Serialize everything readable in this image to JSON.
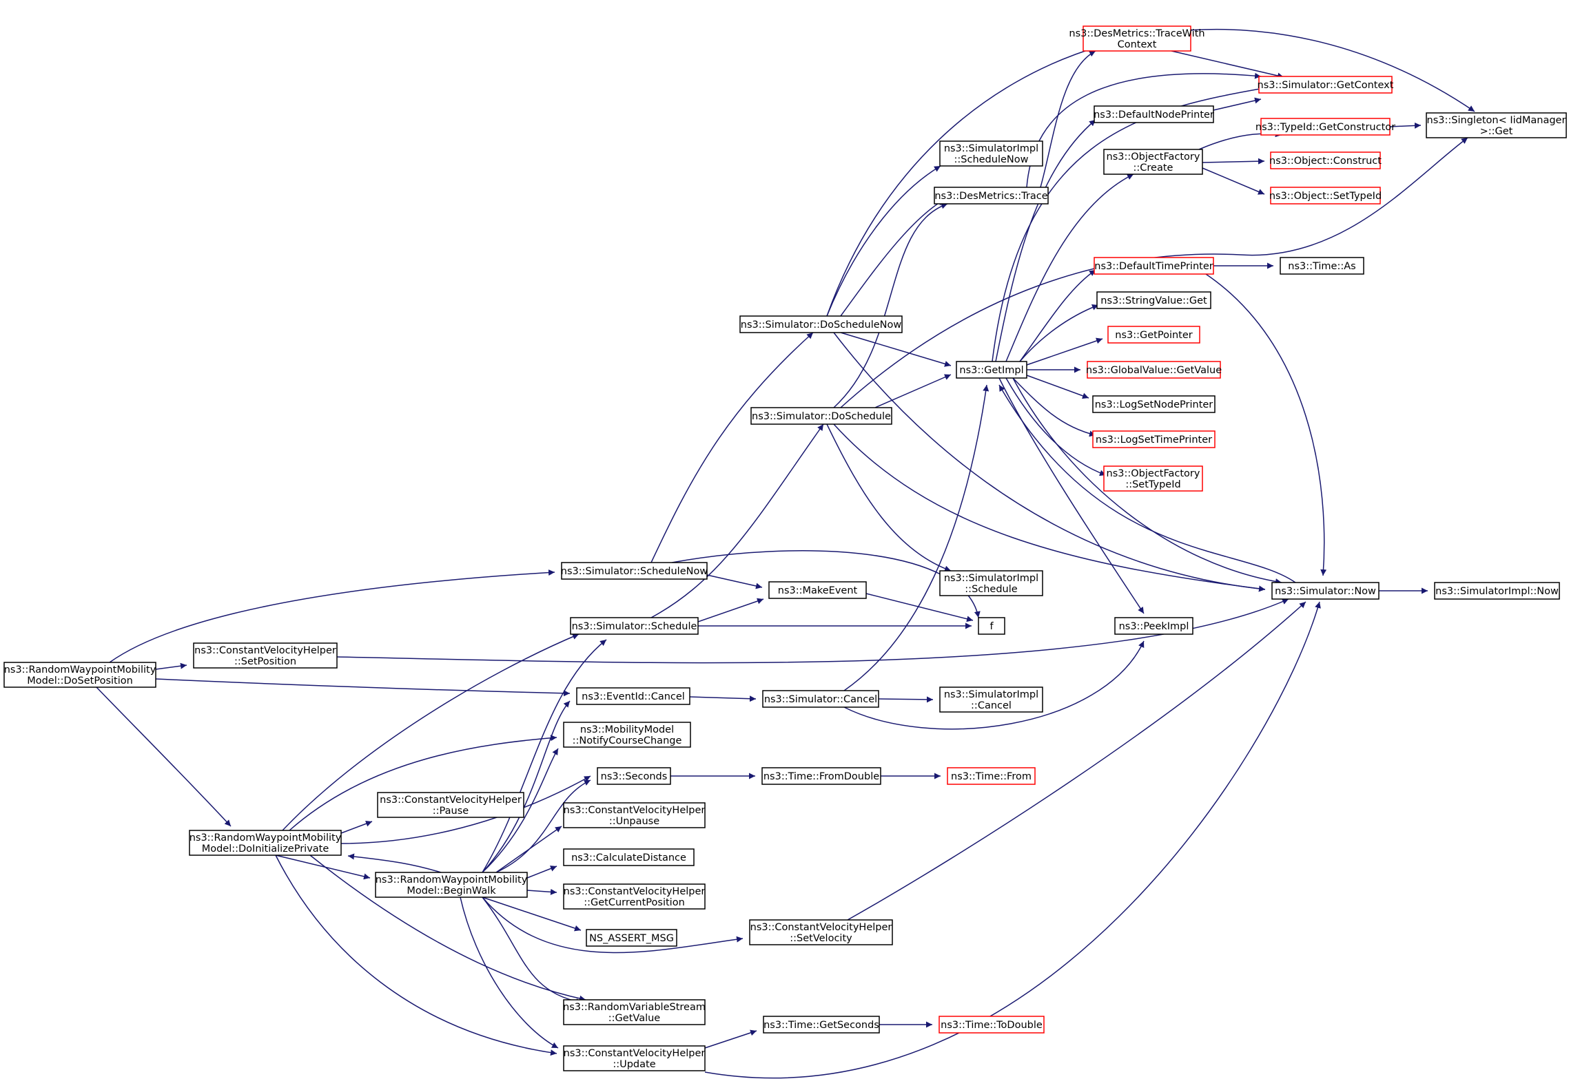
{
  "diagram": {
    "type": "call-graph",
    "colors": {
      "edge": "#191970",
      "node_border_default": "#000000",
      "node_border_truncated": "#ff0000",
      "root_fill": "#bfbfbf",
      "node_fill": "#ffffff"
    },
    "nodes": [
      {
        "id": "root",
        "lines": [
          "ns3::RandomWaypointMobility",
          "Model::DoSetPosition"
        ],
        "style": "root"
      },
      {
        "id": "cvh_setpos",
        "lines": [
          "ns3::ConstantVelocityHelper",
          "::SetPosition"
        ],
        "style": "normal"
      },
      {
        "id": "sched_now",
        "lines": [
          "ns3::Simulator::ScheduleNow"
        ],
        "style": "normal"
      },
      {
        "id": "event_cancel",
        "lines": [
          "ns3::EventId::Cancel"
        ],
        "style": "normal"
      },
      {
        "id": "rwm_doinit",
        "lines": [
          "ns3::RandomWaypointMobility",
          "Model::DoInitializePrivate"
        ],
        "style": "normal"
      },
      {
        "id": "sim_schedule",
        "lines": [
          "ns3::Simulator::Schedule"
        ],
        "style": "normal"
      },
      {
        "id": "mm_notify",
        "lines": [
          "ns3::MobilityModel",
          "::NotifyCourseChange"
        ],
        "style": "normal"
      },
      {
        "id": "cvh_pause",
        "lines": [
          "ns3::ConstantVelocityHelper",
          "::Pause"
        ],
        "style": "normal"
      },
      {
        "id": "rwm_beginwalk",
        "lines": [
          "ns3::RandomWaypointMobility",
          "Model::BeginWalk"
        ],
        "style": "normal"
      },
      {
        "id": "seconds",
        "lines": [
          "ns3::Seconds"
        ],
        "style": "normal"
      },
      {
        "id": "cvh_unpause",
        "lines": [
          "ns3::ConstantVelocityHelper",
          "::Unpause"
        ],
        "style": "normal"
      },
      {
        "id": "calc_dist",
        "lines": [
          "ns3::CalculateDistance"
        ],
        "style": "normal"
      },
      {
        "id": "cvh_getcur",
        "lines": [
          "ns3::ConstantVelocityHelper",
          "::GetCurrentPosition"
        ],
        "style": "normal"
      },
      {
        "id": "ns_assert",
        "lines": [
          "NS_ASSERT_MSG"
        ],
        "style": "normal"
      },
      {
        "id": "rvs_getvalue",
        "lines": [
          "ns3::RandomVariableStream",
          "::GetValue"
        ],
        "style": "normal"
      },
      {
        "id": "cvh_update",
        "lines": [
          "ns3::ConstantVelocityHelper",
          "::Update"
        ],
        "style": "normal"
      },
      {
        "id": "sim_doschednow",
        "lines": [
          "ns3::Simulator::DoScheduleNow"
        ],
        "style": "normal"
      },
      {
        "id": "sim_dosched",
        "lines": [
          "ns3::Simulator::DoSchedule"
        ],
        "style": "normal"
      },
      {
        "id": "make_event",
        "lines": [
          "ns3::MakeEvent"
        ],
        "style": "normal"
      },
      {
        "id": "sim_cancel",
        "lines": [
          "ns3::Simulator::Cancel"
        ],
        "style": "normal"
      },
      {
        "id": "time_fromdouble",
        "lines": [
          "ns3::Time::FromDouble"
        ],
        "style": "normal"
      },
      {
        "id": "cvh_setvel",
        "lines": [
          "ns3::ConstantVelocityHelper",
          "::SetVelocity"
        ],
        "style": "normal"
      },
      {
        "id": "time_getsec",
        "lines": [
          "ns3::Time::GetSeconds"
        ],
        "style": "normal"
      },
      {
        "id": "simimpl_schednow",
        "lines": [
          "ns3::SimulatorImpl",
          "::ScheduleNow"
        ],
        "style": "normal"
      },
      {
        "id": "desm_trace",
        "lines": [
          "ns3::DesMetrics::Trace"
        ],
        "style": "normal"
      },
      {
        "id": "getimpl",
        "lines": [
          "ns3::GetImpl"
        ],
        "style": "normal"
      },
      {
        "id": "simimpl_sched",
        "lines": [
          "ns3::SimulatorImpl",
          "::Schedule"
        ],
        "style": "normal"
      },
      {
        "id": "f",
        "lines": [
          "f"
        ],
        "style": "normal"
      },
      {
        "id": "simimpl_cancel",
        "lines": [
          "ns3::SimulatorImpl",
          "::Cancel"
        ],
        "style": "normal"
      },
      {
        "id": "time_from",
        "lines": [
          "ns3::Time::From"
        ],
        "style": "truncated"
      },
      {
        "id": "time_todouble",
        "lines": [
          "ns3::Time::ToDouble"
        ],
        "style": "truncated"
      },
      {
        "id": "desm_tracectx",
        "lines": [
          "ns3::DesMetrics::TraceWith",
          "Context"
        ],
        "style": "truncated"
      },
      {
        "id": "default_node_printer",
        "lines": [
          "ns3::DefaultNodePrinter"
        ],
        "style": "normal"
      },
      {
        "id": "of_create",
        "lines": [
          "ns3::ObjectFactory",
          "::Create"
        ],
        "style": "normal"
      },
      {
        "id": "default_time_printer",
        "lines": [
          "ns3::DefaultTimePrinter"
        ],
        "style": "truncated"
      },
      {
        "id": "stringvalue_get",
        "lines": [
          "ns3::StringValue::Get"
        ],
        "style": "normal"
      },
      {
        "id": "getpointer",
        "lines": [
          "ns3::GetPointer"
        ],
        "style": "truncated"
      },
      {
        "id": "gv_getvalue",
        "lines": [
          "ns3::GlobalValue::GetValue"
        ],
        "style": "truncated"
      },
      {
        "id": "logset_node",
        "lines": [
          "ns3::LogSetNodePrinter"
        ],
        "style": "normal"
      },
      {
        "id": "logset_time",
        "lines": [
          "ns3::LogSetTimePrinter"
        ],
        "style": "truncated"
      },
      {
        "id": "of_settypeid",
        "lines": [
          "ns3::ObjectFactory",
          "::SetTypeId"
        ],
        "style": "truncated"
      },
      {
        "id": "peekimpl",
        "lines": [
          "ns3::PeekImpl"
        ],
        "style": "normal"
      },
      {
        "id": "sim_getctx",
        "lines": [
          "ns3::Simulator::GetContext"
        ],
        "style": "truncated"
      },
      {
        "id": "typeid_getctor",
        "lines": [
          "ns3::TypeId::GetConstructor"
        ],
        "style": "truncated"
      },
      {
        "id": "obj_construct",
        "lines": [
          "ns3::Object::Construct"
        ],
        "style": "truncated"
      },
      {
        "id": "obj_settypeid",
        "lines": [
          "ns3::Object::SetTypeId"
        ],
        "style": "truncated"
      },
      {
        "id": "time_as",
        "lines": [
          "ns3::Time::As"
        ],
        "style": "normal"
      },
      {
        "id": "sim_now",
        "lines": [
          "ns3::Simulator::Now"
        ],
        "style": "normal"
      },
      {
        "id": "singleton_get",
        "lines": [
          "ns3::Singleton< IidManager",
          " >::Get"
        ],
        "style": "normal"
      },
      {
        "id": "simimpl_now",
        "lines": [
          "ns3::SimulatorImpl::Now"
        ],
        "style": "normal"
      }
    ],
    "edges": [
      {
        "from": "root",
        "to": "sched_now"
      },
      {
        "from": "root",
        "to": "cvh_setpos"
      },
      {
        "from": "root",
        "to": "event_cancel"
      },
      {
        "from": "root",
        "to": "rwm_doinit"
      },
      {
        "from": "cvh_setpos",
        "to": "sim_now"
      },
      {
        "from": "sched_now",
        "to": "sim_doschednow"
      },
      {
        "from": "sched_now",
        "to": "make_event"
      },
      {
        "from": "sched_now",
        "to": "f"
      },
      {
        "from": "sim_schedule",
        "to": "sim_dosched"
      },
      {
        "from": "sim_schedule",
        "to": "make_event"
      },
      {
        "from": "sim_schedule",
        "to": "f"
      },
      {
        "from": "make_event",
        "to": "f"
      },
      {
        "from": "event_cancel",
        "to": "sim_cancel"
      },
      {
        "from": "sim_cancel",
        "to": "simimpl_cancel"
      },
      {
        "from": "sim_cancel",
        "to": "getimpl"
      },
      {
        "from": "sim_cancel",
        "to": "peekimpl"
      },
      {
        "from": "rwm_doinit",
        "to": "sim_schedule"
      },
      {
        "from": "rwm_doinit",
        "to": "mm_notify"
      },
      {
        "from": "rwm_doinit",
        "to": "cvh_pause"
      },
      {
        "from": "rwm_doinit",
        "to": "rwm_beginwalk"
      },
      {
        "from": "rwm_doinit",
        "to": "seconds"
      },
      {
        "from": "rwm_doinit",
        "to": "rvs_getvalue"
      },
      {
        "from": "rwm_doinit",
        "to": "cvh_update"
      },
      {
        "from": "rwm_beginwalk",
        "to": "rwm_doinit"
      },
      {
        "from": "rwm_beginwalk",
        "to": "sim_schedule"
      },
      {
        "from": "rwm_beginwalk",
        "to": "event_cancel"
      },
      {
        "from": "rwm_beginwalk",
        "to": "mm_notify"
      },
      {
        "from": "rwm_beginwalk",
        "to": "seconds"
      },
      {
        "from": "rwm_beginwalk",
        "to": "cvh_unpause"
      },
      {
        "from": "rwm_beginwalk",
        "to": "calc_dist"
      },
      {
        "from": "rwm_beginwalk",
        "to": "cvh_getcur"
      },
      {
        "from": "rwm_beginwalk",
        "to": "ns_assert"
      },
      {
        "from": "rwm_beginwalk",
        "to": "rvs_getvalue"
      },
      {
        "from": "rwm_beginwalk",
        "to": "cvh_update"
      },
      {
        "from": "rwm_beginwalk",
        "to": "cvh_setvel"
      },
      {
        "from": "seconds",
        "to": "time_fromdouble"
      },
      {
        "from": "time_fromdouble",
        "to": "time_from"
      },
      {
        "from": "cvh_setvel",
        "to": "sim_now"
      },
      {
        "from": "cvh_update",
        "to": "time_getsec"
      },
      {
        "from": "cvh_update",
        "to": "sim_now"
      },
      {
        "from": "time_getsec",
        "to": "time_todouble"
      },
      {
        "from": "sim_doschednow",
        "to": "simimpl_schednow"
      },
      {
        "from": "sim_doschednow",
        "to": "desm_trace"
      },
      {
        "from": "sim_doschednow",
        "to": "getimpl"
      },
      {
        "from": "sim_doschednow",
        "to": "sim_now"
      },
      {
        "from": "sim_doschednow",
        "to": "singleton_get"
      },
      {
        "from": "sim_dosched",
        "to": "desm_trace"
      },
      {
        "from": "sim_dosched",
        "to": "getimpl"
      },
      {
        "from": "sim_dosched",
        "to": "simimpl_sched"
      },
      {
        "from": "sim_dosched",
        "to": "sim_now"
      },
      {
        "from": "sim_dosched",
        "to": "singleton_get"
      },
      {
        "from": "desm_trace",
        "to": "desm_tracectx"
      },
      {
        "from": "desm_trace",
        "to": "sim_getctx"
      },
      {
        "from": "desm_tracectx",
        "to": "sim_getctx"
      },
      {
        "from": "getimpl",
        "to": "default_node_printer"
      },
      {
        "from": "getimpl",
        "to": "of_create"
      },
      {
        "from": "getimpl",
        "to": "default_time_printer"
      },
      {
        "from": "getimpl",
        "to": "stringvalue_get"
      },
      {
        "from": "getimpl",
        "to": "getpointer"
      },
      {
        "from": "getimpl",
        "to": "gv_getvalue"
      },
      {
        "from": "getimpl",
        "to": "logset_node"
      },
      {
        "from": "getimpl",
        "to": "logset_time"
      },
      {
        "from": "getimpl",
        "to": "of_settypeid"
      },
      {
        "from": "getimpl",
        "to": "peekimpl"
      },
      {
        "from": "getimpl",
        "to": "sim_getctx"
      },
      {
        "from": "getimpl",
        "to": "sim_now"
      },
      {
        "from": "sim_now",
        "to": "getimpl"
      },
      {
        "from": "sim_now",
        "to": "simimpl_now"
      },
      {
        "from": "default_node_printer",
        "to": "sim_getctx"
      },
      {
        "from": "of_create",
        "to": "typeid_getctor"
      },
      {
        "from": "of_create",
        "to": "obj_construct"
      },
      {
        "from": "of_create",
        "to": "obj_settypeid"
      },
      {
        "from": "typeid_getctor",
        "to": "singleton_get"
      },
      {
        "from": "default_time_printer",
        "to": "time_as"
      },
      {
        "from": "default_time_printer",
        "to": "sim_now"
      }
    ]
  }
}
